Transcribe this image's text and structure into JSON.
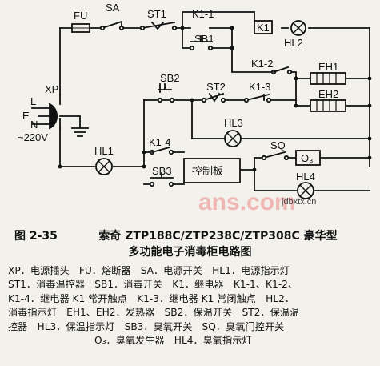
{
  "diagram": {
    "labels": {
      "fu": "FU",
      "sa": "SA",
      "st1": "ST1",
      "k1_1": "K1-1",
      "k1_box": "K1",
      "sb1": "SB1",
      "hl2": "HL2",
      "k1_2": "K1-2",
      "eh1": "EH1",
      "eh2": "EH2",
      "xp": "XP",
      "l": "L",
      "e": "E",
      "n": "N",
      "voltage": "~220V",
      "sb2": "SB2",
      "st2": "ST2",
      "k1_3": "K1-3",
      "hl3": "HL3",
      "hl1": "HL1",
      "k1_4": "K1-4",
      "sq": "SQ",
      "o3": "O₃",
      "sb3": "SB3",
      "control_board": "控制板",
      "hl4": "HL4"
    },
    "watermark": "ans.com",
    "watermark_url": "jdbxtx.cn"
  },
  "caption": {
    "figure_no": "图 2-35",
    "line1": "索奇 ZTP188C/ZTP238C/ZTP308C 豪华型",
    "line2": "多功能电子消毒柜电路图"
  },
  "legend": {
    "lines": [
      "XP．电源插头　FU．熔断器　SA．电源开关　HL1．电源指示灯",
      "ST1．消毒温控器　SB1．消毒开关　K1．继电器　K1-1、K1-2、",
      "K1-4．继电器 K1 常开触点　K1-3．继电器 K1 常闭触点　HL2．",
      "消毒指示灯　EH1、EH2．发热器　SB2．保温开关　ST2．保温温",
      "控器　HL3．保温指示灯　SB3．臭氧开关　SQ．臭氧门控开关",
      "O₃．臭氧发生器　HL4．臭氧指示灯"
    ]
  }
}
